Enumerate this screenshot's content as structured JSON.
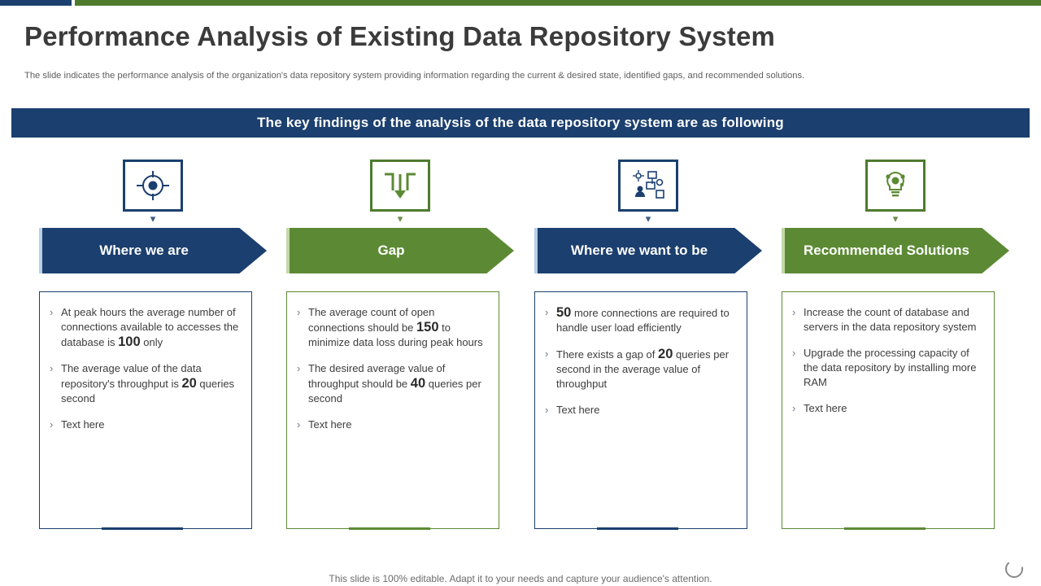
{
  "page": {
    "title": "Performance Analysis of Existing Data Repository System",
    "subtitle": "The slide indicates the performance analysis of the organization's data repository system providing information regarding the current & desired state, identified gaps, and recommended solutions.",
    "banner": "The key findings of the analysis of the data repository system are as following",
    "footer": "This slide is 100% editable. Adapt it to your needs and capture your audience's attention."
  },
  "colors": {
    "blue": "#1b3f6e",
    "green": "#5c8a34",
    "green_dark": "#4e7b2d",
    "text": "#3d3d3d"
  },
  "columns": [
    {
      "heading": "Where we are",
      "icon": "target-crosshair-icon",
      "theme": "blue",
      "bullets": [
        {
          "pre": "At peak hours the average number of connections available to accesses the database is ",
          "strong": "100",
          "post": " only"
        },
        {
          "pre": "The average value of the data repository's throughput is ",
          "strong": "20",
          "post": " queries second"
        },
        {
          "pre": "Text here",
          "strong": "",
          "post": ""
        }
      ]
    },
    {
      "heading": "Gap",
      "icon": "down-arrow-gap-icon",
      "theme": "green",
      "bullets": [
        {
          "pre": "The average count of open connections should be ",
          "strong": "150",
          "post": " to minimize data loss during peak hours"
        },
        {
          "pre": "The desired average value of throughput should be ",
          "strong": "40",
          "post": " queries per second"
        },
        {
          "pre": "Text here",
          "strong": "",
          "post": ""
        }
      ]
    },
    {
      "heading": "Where we want to be",
      "icon": "network-settings-icon",
      "theme": "blue",
      "bullets": [
        {
          "pre": "",
          "strong": "50",
          "post": " more connections are required to handle user load efficiently"
        },
        {
          "pre": "There exists a gap of ",
          "strong": "20",
          "post": " queries per second in the average value of throughput"
        },
        {
          "pre": "Text here",
          "strong": "",
          "post": ""
        }
      ]
    },
    {
      "heading": "Recommended Solutions",
      "icon": "lightbulb-gear-icon",
      "theme": "green",
      "bullets": [
        {
          "pre": "Increase the count of database and servers in the data repository system",
          "strong": "",
          "post": ""
        },
        {
          "pre": "Upgrade the processing capacity of the data repository by installing more RAM",
          "strong": "",
          "post": ""
        },
        {
          "pre": "Text here",
          "strong": "",
          "post": ""
        }
      ]
    }
  ]
}
